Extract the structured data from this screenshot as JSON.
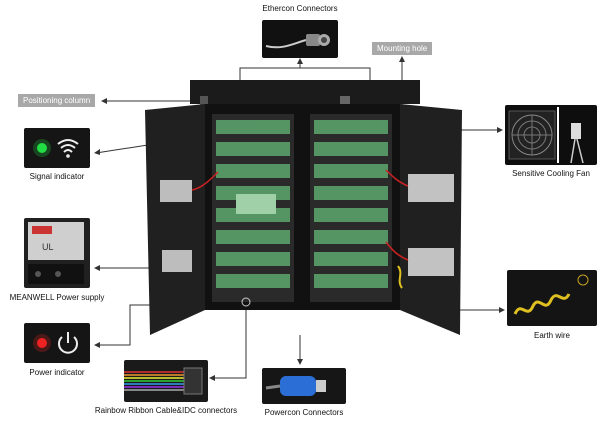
{
  "labels": {
    "ethercon": "Ethercon Connectors",
    "mounting_hole": "Mounting hole",
    "positioning_column": "Positioning column",
    "signal_indicator": "Signal indicator",
    "cooling_fan": "Sensitive Cooling Fan",
    "meanwell": "MEANWELL Power supply",
    "earth_wire": "Earth wire",
    "power_indicator": "Power indicator",
    "ribbon": "Rainbow Ribbon Cable&IDC connectors",
    "powercon": "Powercon Connectors"
  },
  "colors": {
    "tag_gray": "#a8a8a8",
    "cabinet": "#1b1b1b",
    "board_green": "#5aa06a",
    "signal_green": "#22dd44",
    "power_red": "#ee2222",
    "cable_blue": "#2b6fd6",
    "wire_yellow": "#e0c020"
  }
}
